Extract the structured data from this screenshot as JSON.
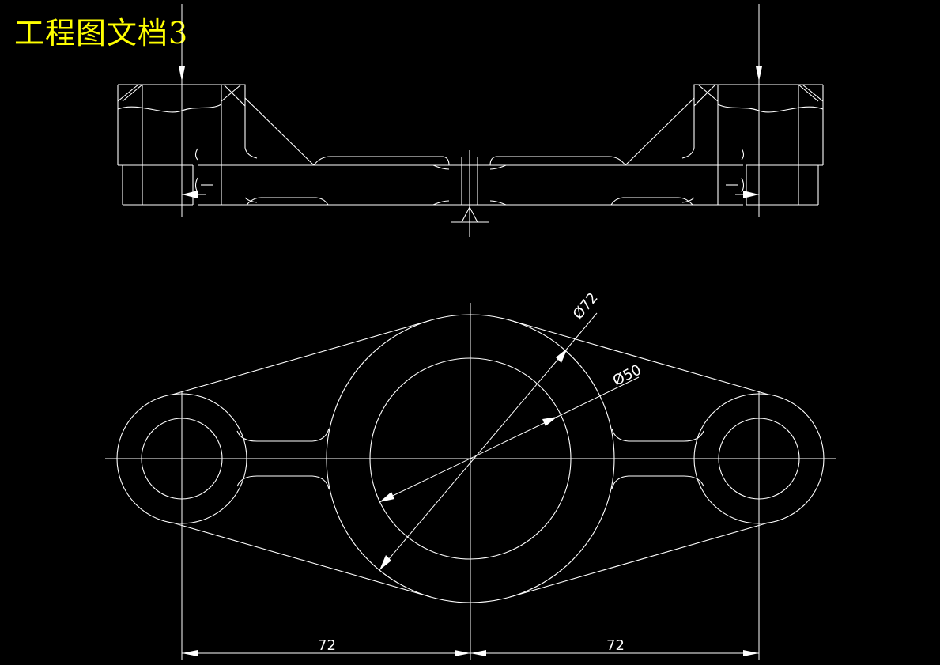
{
  "title": "工程图文档3",
  "dimensions": {
    "left_spacing": "72",
    "right_spacing": "72",
    "outer_diameter": "Ø72",
    "inner_diameter": "Ø50"
  }
}
